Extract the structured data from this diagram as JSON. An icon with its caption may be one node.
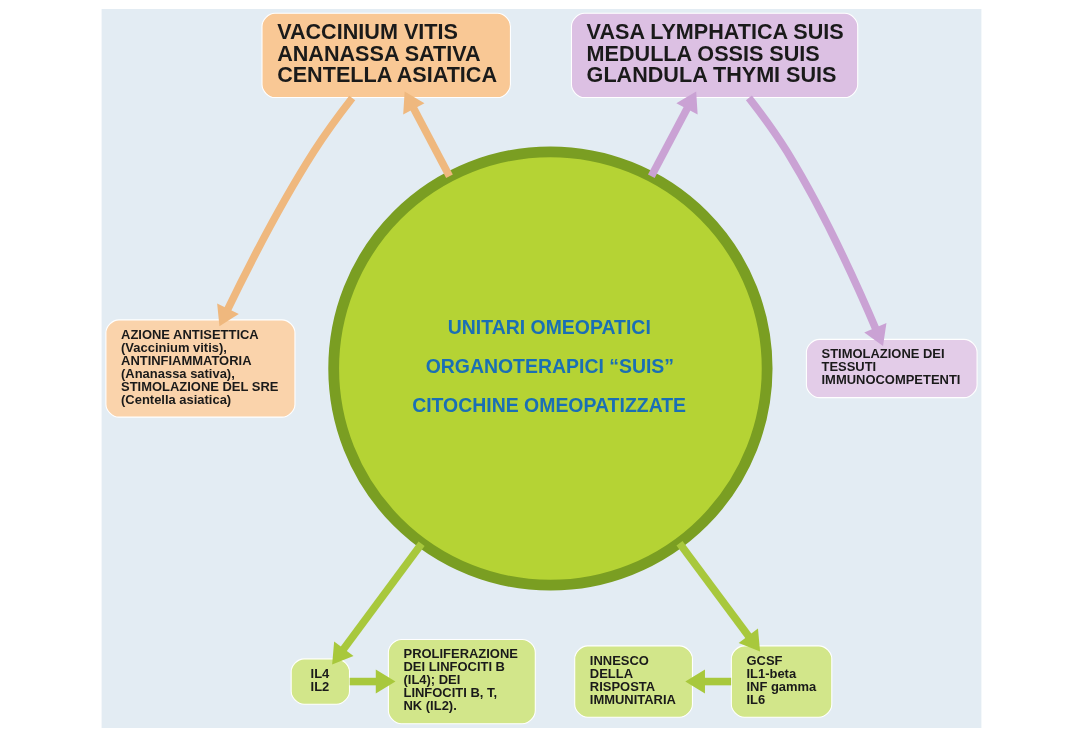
{
  "diagram": {
    "nodes": [
      {
        "text": [
          "VACCINIUM VITIS",
          "ANANASSA SATIVA",
          "CENTELLA ASIATICA"
        ]
      },
      {
        "text": [
          "VASA LYMPHATICA SUIS",
          "MEDULLA OSSIS SUIS",
          "GLANDULA THYMI SUIS"
        ]
      },
      {
        "text": [
          "UNITARI OMEOPATICI",
          "ORGANOTERAPICI “SUIS”",
          "CITOCHINE OMEOPATIZZATE"
        ]
      },
      {
        "text": [
          "AZIONE ANTISETTICA (Vaccinium vitis), ANTINFIAMMATORIA (Ananassa sativa), STIMOLAZIONE DEL SRE (Centella asiatica)"
        ]
      },
      {
        "text": [
          "STIMOLAZIONE DEI TESSUTI IMMUNOCOMPETENTI"
        ]
      },
      {
        "text": [
          "INNESCO DELLA RISPOSTA IMMUNITARIA"
        ]
      },
      {
        "text": [
          "GCSF",
          "IL1-beta",
          "INF gamma",
          "IL6"
        ]
      },
      {
        "text": [
          "IL4",
          "IL2"
        ]
      },
      {
        "text": [
          "PROLIFERAZIONE DEI LINFOCITI B (IL4); DEI LINFOCITI B, T, NK (IL2)."
        ]
      }
    ],
    "edges": [
      {
        "from": 2,
        "to": 0,
        "arrow": "to",
        "color": "#efb87e"
      },
      {
        "from": 2,
        "to": 1,
        "arrow": "to",
        "color": "#caa2d4"
      },
      {
        "from": 0,
        "to": 3,
        "arrow": "to",
        "color": "#efb87e"
      },
      {
        "from": 1,
        "to": 4,
        "arrow": "to",
        "color": "#caa2d4"
      },
      {
        "from": 2,
        "to": 6,
        "arrow": "to"
      },
      {
        "from": 2,
        "to": 7,
        "arrow": "to"
      },
      {
        "from": 6,
        "to": 5,
        "arrow": "to"
      },
      {
        "from": 7,
        "to": 8,
        "arrow": "to"
      }
    ]
  }
}
